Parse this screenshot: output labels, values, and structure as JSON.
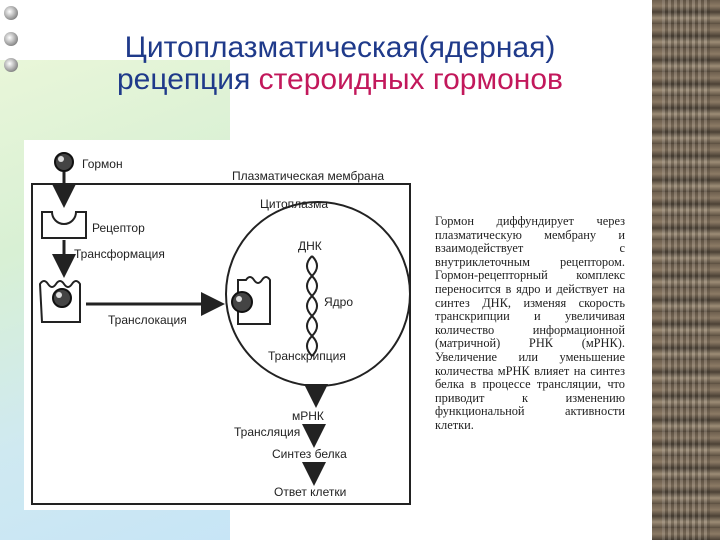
{
  "title": {
    "line1": "Цитоплазматическая(ядерная)",
    "line2_plain": "рецепция ",
    "line2_accent": "стероидных гормонов"
  },
  "diagram": {
    "labels": {
      "hormone": "Гормон",
      "plasma_membrane": "Плазматическая мембрана",
      "cytoplasm": "Цитоплазма",
      "receptor": "Рецептор",
      "transformation": "Трансформация",
      "dna": "ДНК",
      "nucleus": "Ядро",
      "translocation": "Транслокация",
      "transcription": "Транскрипция",
      "mrna": "мРНК",
      "translation": "Трансляция",
      "protein_synthesis": "Синтез белка",
      "cell_response": "Ответ клетки"
    }
  },
  "description": "Гормон диффундирует через плазматическую мембрану и взаимодействует с внутриклеточным рецептором. Гормон-рецепторный комплекс переносится в ядро и действует на синтез ДНК, изменяя скорость транскрипции и увеличивая количество информационной (матричной) РНК (мРНК). Увеличение или уменьшение количества мРНК влияет на синтез белка в процессе трансляции, что приводит к изменению функциональной активности клетки.",
  "colors": {
    "title": "#1f3a8a",
    "accent": "#c2185b"
  }
}
